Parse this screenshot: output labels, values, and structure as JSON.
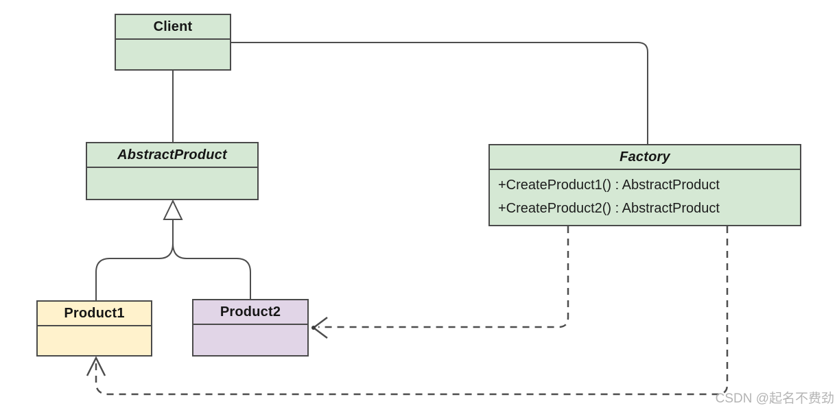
{
  "diagram": {
    "kind": "uml-class-diagram",
    "pattern": "Factory"
  },
  "classes": {
    "client": {
      "name": "Client"
    },
    "abstract_product": {
      "name": "AbstractProduct"
    },
    "factory": {
      "name": "Factory",
      "methods": [
        "+CreateProduct1() : AbstractProduct",
        "+CreateProduct2() : AbstractProduct"
      ]
    },
    "product1": {
      "name": "Product1"
    },
    "product2": {
      "name": "Product2"
    }
  },
  "relationships": [
    {
      "from": "Client",
      "to": "AbstractProduct",
      "type": "association-solid"
    },
    {
      "from": "Client",
      "to": "Factory",
      "type": "association-solid"
    },
    {
      "from": "Product1",
      "to": "AbstractProduct",
      "type": "generalization-hollow-triangle"
    },
    {
      "from": "Product2",
      "to": "AbstractProduct",
      "type": "generalization-hollow-triangle"
    },
    {
      "from": "Factory",
      "to": "Product2",
      "type": "dependency-dashed-open-arrow"
    },
    {
      "from": "Factory",
      "to": "Product1",
      "type": "dependency-dashed-open-arrow"
    }
  ],
  "colors": {
    "class_green_fill": "#d5e8d4",
    "product1_fill": "#fff2cc",
    "product2_fill": "#e1d5e7",
    "border": "#4a4a4a",
    "connector": "#4d4d4d",
    "watermark": "#a8a8a8"
  },
  "watermark": {
    "text": "CSDN @起名不费劲"
  }
}
